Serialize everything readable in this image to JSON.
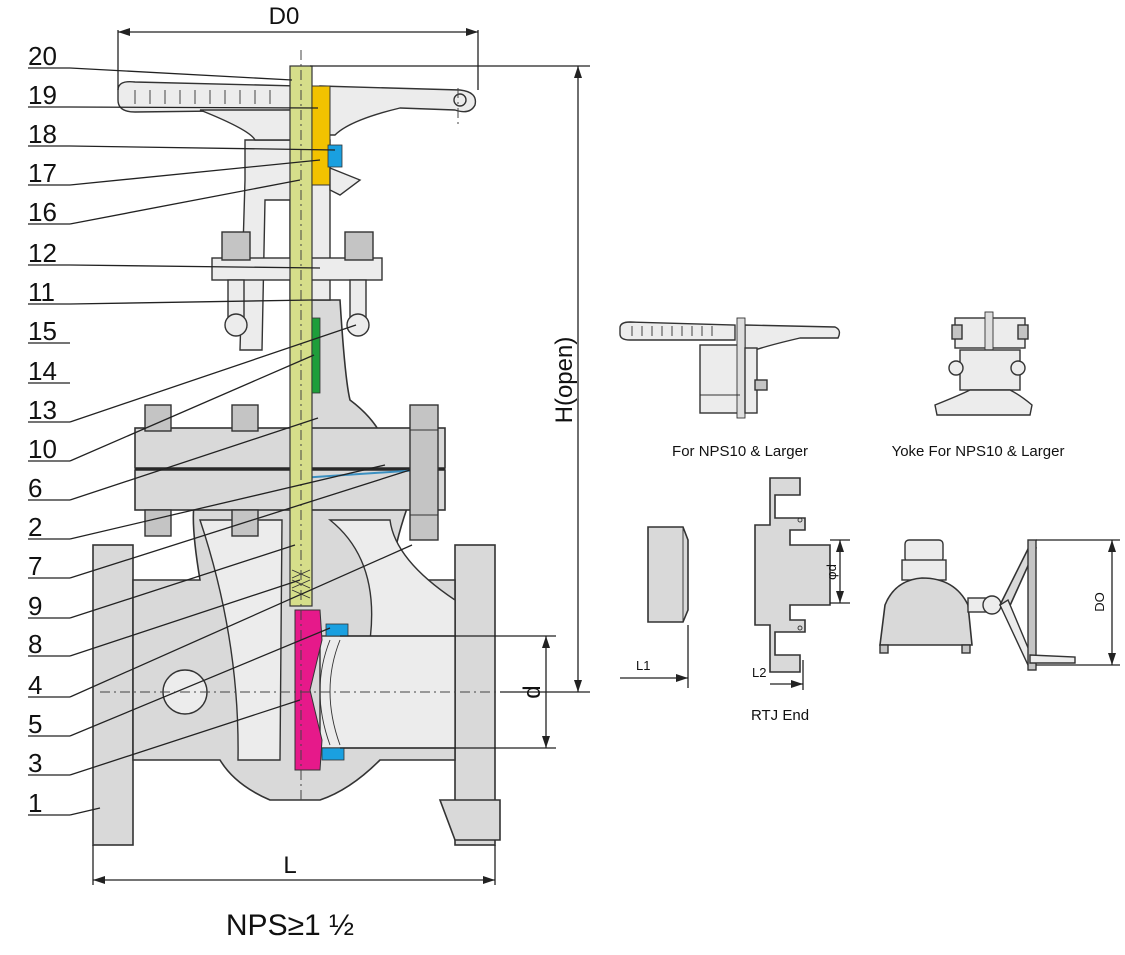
{
  "title": "NPS≥1 ½",
  "dimensions": {
    "d0": "D0",
    "h_open": "H(open)",
    "l": "L",
    "d": "d",
    "l1": "L1",
    "l2": "L2",
    "phi_d": "φd",
    "do": "DO"
  },
  "part_numbers": [
    "20",
    "19",
    "18",
    "17",
    "16",
    "12",
    "11",
    "15",
    "14",
    "13",
    "10",
    "6",
    "2",
    "7",
    "9",
    "8",
    "4",
    "5",
    "3",
    "1"
  ],
  "captions": {
    "handwheel_large": "For NPS10 & Larger",
    "yoke_large": "Yoke For NPS10 & Larger",
    "rtj_end": "RTJ End"
  },
  "colors": {
    "stem": "#d6de8a",
    "yoke_nut": "#f2c200",
    "wedge": "#e6198a",
    "seat": "#1aa0e0",
    "packing": "#1e9e3a"
  }
}
